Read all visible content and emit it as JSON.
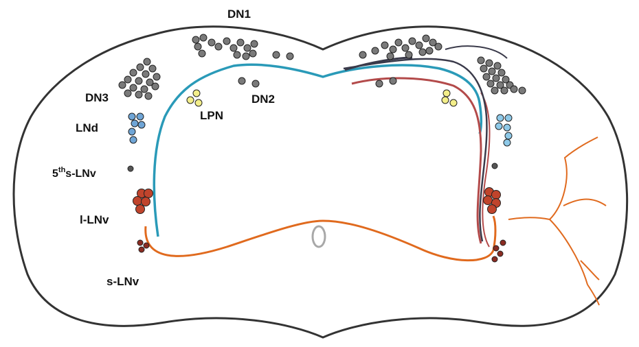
{
  "labels": {
    "dn1": "DN1",
    "dn2": "DN2",
    "dn3": "DN3",
    "lpn": "LPN",
    "lnd": "LNd",
    "fifth_s_lnv_prefix": "5",
    "fifth_s_lnv_sup": "th",
    "fifth_s_lnv_suffix": "s-LNv",
    "l_lnv": "l-LNv",
    "s_lnv": "s-LNv"
  },
  "colors": {
    "outline": "#333333",
    "dn_cells": "#7a7a7a",
    "lpn_cells": "#f3ee8a",
    "lnd_cells": "#6fa5d6",
    "lnd_cells_right": "#8ec9e8",
    "l_lnv_cells": "#c0442c",
    "s_lnv_cells": "#8a2c22",
    "teal_projection": "#2a9ab8",
    "orange_projection": "#e06a1e",
    "maroon_projection": "#b34a4a",
    "dark_projection": "#3a3a4a",
    "optic_ring": "#a8a8a8"
  }
}
